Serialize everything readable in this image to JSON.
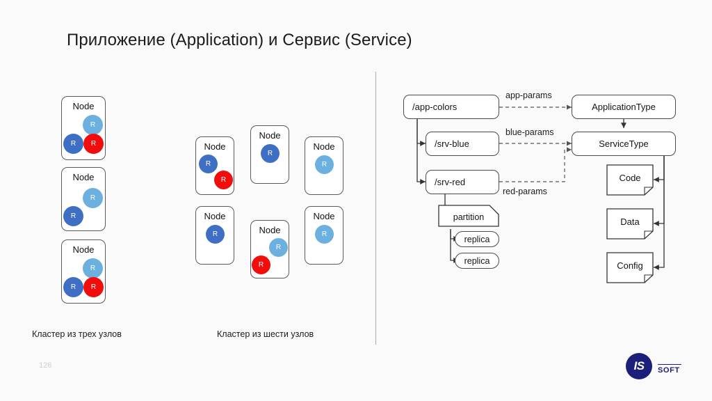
{
  "slide": {
    "title": "Приложение (Application) и Сервис (Service)",
    "page_number": "126",
    "background_color": "#fafafa"
  },
  "logo": {
    "mark_text": "IS",
    "word_text": "SOFT",
    "color": "#1c1f7a"
  },
  "colors": {
    "replica_light_blue": "#6cb0e0",
    "replica_dark_blue": "#3f6fc4",
    "replica_red": "#f20d0d",
    "box_border": "#4a4a4a",
    "divider": "#a9a9a9"
  },
  "clusters": {
    "three_node": {
      "caption": "Кластер из трех узлов",
      "nodes": [
        {
          "label": "Node",
          "replicas": [
            {
              "letter": "R",
              "color": "light"
            },
            {
              "letter": "R",
              "color": "dark"
            },
            {
              "letter": "R",
              "color": "red"
            }
          ]
        },
        {
          "label": "Node",
          "replicas": [
            {
              "letter": "R",
              "color": "light"
            },
            {
              "letter": "R",
              "color": "dark"
            }
          ]
        },
        {
          "label": "Node",
          "replicas": [
            {
              "letter": "R",
              "color": "light"
            },
            {
              "letter": "R",
              "color": "dark"
            },
            {
              "letter": "R",
              "color": "red"
            }
          ]
        }
      ]
    },
    "six_node": {
      "caption": "Кластер из шести узлов",
      "nodes": [
        {
          "label": "Node",
          "replicas": [
            {
              "letter": "R",
              "color": "dark"
            },
            {
              "letter": "R",
              "color": "red"
            }
          ]
        },
        {
          "label": "Node",
          "replicas": [
            {
              "letter": "R",
              "color": "dark"
            }
          ]
        },
        {
          "label": "Node",
          "replicas": [
            {
              "letter": "R",
              "color": "light"
            }
          ]
        },
        {
          "label": "Node",
          "replicas": [
            {
              "letter": "R",
              "color": "dark"
            }
          ]
        },
        {
          "label": "Node",
          "replicas": [
            {
              "letter": "R",
              "color": "light"
            },
            {
              "letter": "R",
              "color": "red"
            }
          ]
        },
        {
          "label": "Node",
          "replicas": [
            {
              "letter": "R",
              "color": "light"
            }
          ]
        }
      ]
    }
  },
  "flow": {
    "nodes": {
      "app_colors": "/app-colors",
      "srv_blue": "/srv-blue",
      "srv_red": "/srv-red",
      "application_type": "ApplicationType",
      "service_type": "ServiceType",
      "partition": "partition",
      "replica_1": "replica",
      "replica_2": "replica",
      "code": "Code",
      "data": "Data",
      "config": "Config"
    },
    "edge_labels": {
      "app_params": "app-params",
      "blue_params": "blue-params",
      "red_params": "red-params"
    }
  }
}
